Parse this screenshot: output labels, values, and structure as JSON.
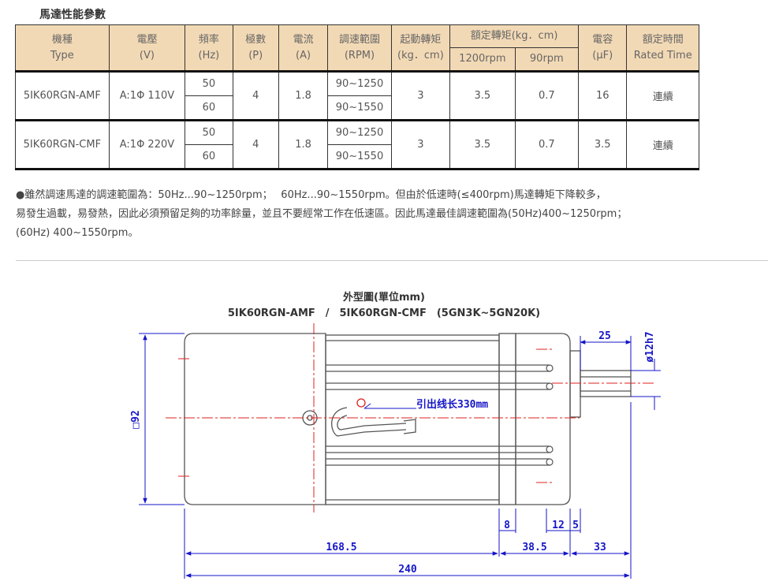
{
  "section_title": "馬達性能參數",
  "table": {
    "headers": {
      "model": [
        "機種",
        "Type"
      ],
      "voltage": [
        "電壓",
        "(V)"
      ],
      "frequency": [
        "頻率",
        "(Hz)"
      ],
      "poles": [
        "極數",
        "(P)"
      ],
      "current": [
        "電流",
        "(A)"
      ],
      "speed_range": [
        "調速範圍",
        "(RPM)"
      ],
      "starting_torque": [
        "起動轉矩",
        "(kg．cm)"
      ],
      "rated_torque": "額定轉矩(kg．cm)",
      "rated_torque_sub": [
        "1200rpm",
        "90rpm"
      ],
      "capacitor": [
        "電容",
        "(μF)"
      ],
      "rated_time": [
        "額定時間",
        "Rated Time"
      ]
    },
    "rows": [
      {
        "model": "5IK60RGN-AMF",
        "voltage": "A:1Φ 110V",
        "freq": [
          "50",
          "60"
        ],
        "poles": "4",
        "current": "1.8",
        "speed": [
          "90~1250",
          "90~1550"
        ],
        "starting_torque": "3",
        "torque_1200": "3.5",
        "torque_90": "0.7",
        "capacitor": "16",
        "rated_time": "連續"
      },
      {
        "model": "5IK60RGN-CMF",
        "voltage": "A:1Φ 220V",
        "freq": [
          "50",
          "60"
        ],
        "poles": "4",
        "current": "1.8",
        "speed": [
          "90~1250",
          "90~1550"
        ],
        "starting_torque": "3",
        "torque_1200": "3.5",
        "torque_90": "0.7",
        "capacitor": "3.5",
        "rated_time": "連續"
      }
    ]
  },
  "note_lines": [
    "●雖然調速馬達的調速範圍為：50Hz...90~1250rpm；　 60Hz...90~1550rpm。但由於低速時(≤400rpm)馬達轉矩下降較多，",
    "易發生過載，易發熱，因此必須預留足夠的功率餘量，並且不要經常工作在低速區。因此馬達最佳調速範圍為(50Hz)400~1250rpm；",
    "(60Hz) 400~1550rpm。"
  ],
  "drawing": {
    "title": "外型圖(單位mm)",
    "subtitle": "5IK60RGN-AMF　/　5IK60RGN-CMF　(5GN3K~5GN20K)",
    "dims": {
      "shaft_length": "25",
      "shaft_dia": "ø12h7",
      "square": "□92",
      "lead_wire": "引出线长330mm",
      "flange_8": "8",
      "d12": "12",
      "d5": "5",
      "body": "168.5",
      "flange_385": "38.5",
      "shaft_33": "33",
      "total": "240"
    },
    "colors": {
      "outline": "#555555",
      "dimension": "#1515c8",
      "center": "#e02020",
      "header_bg": "#f2d9b5"
    }
  }
}
